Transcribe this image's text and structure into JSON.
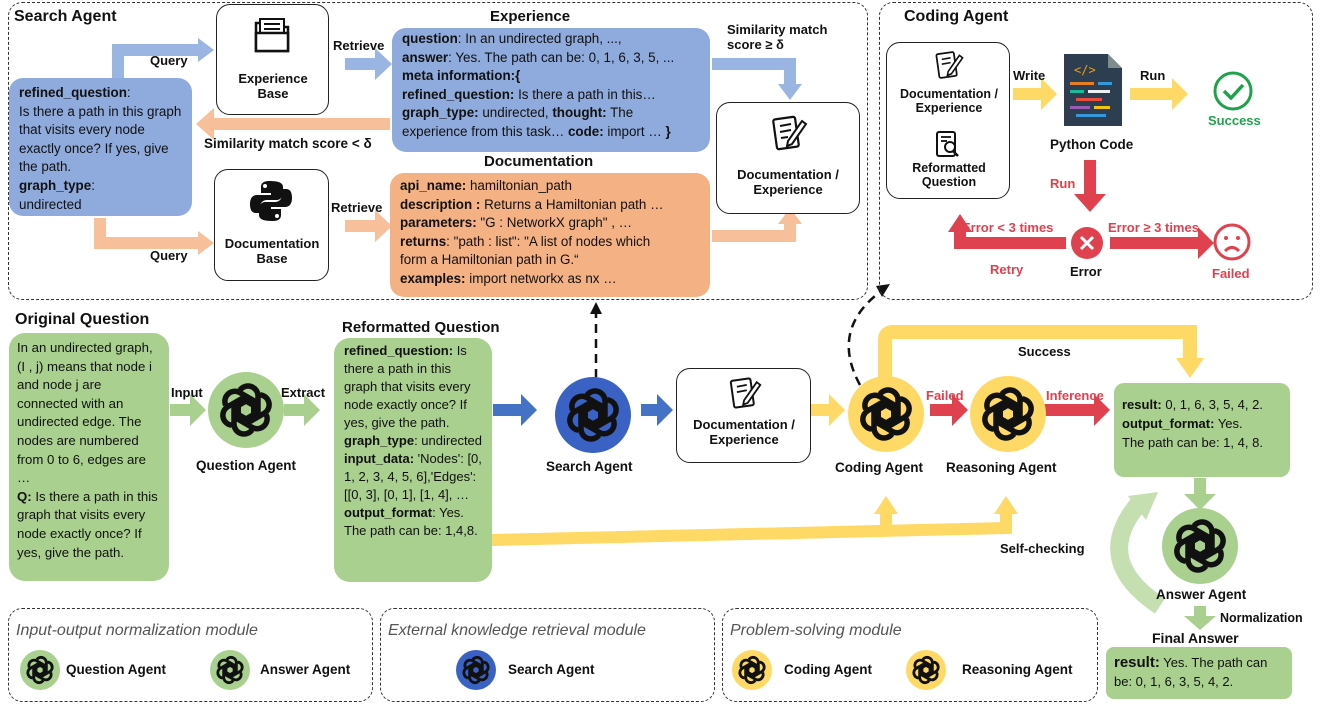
{
  "search": {
    "title": "Search Agent",
    "query1": "Query",
    "query2": "Query",
    "retrieve1": "Retrieve",
    "retrieve2": "Retrieve",
    "similarity_low": "Similarity match score < δ",
    "similarity_high_1": "Similarity match",
    "similarity_high_2": "score ≥ δ",
    "exp_base": "Experience Base",
    "doc_base": "Documentation Base",
    "refined": {
      "key1": "refined_question",
      "v1": ":",
      "l1": "Is there a path in this graph that visits every node exactly once? If yes, give the path.",
      "key2": "graph_type",
      "v2": ":",
      "l2": "undirected"
    },
    "experience": {
      "heading": "Experience",
      "r1k": "question",
      "r1v": ": In an undirected graph, ...,",
      "r2k": "answer",
      "r2v": ": Yes. The path can be: 0, 1, 6, 3, 5, ...",
      "r3k": "meta information:{",
      "r4k": "refined_question:",
      "r4v": " Is there a path in this…",
      "r5k": "graph_type:",
      "r5v": " undirected, ",
      "r5k2": "thought:",
      "r5v2": " The",
      "r6v": "experience from this task… ",
      "r6k": "code:",
      "r6v2": " import … ",
      "r6k2": "}"
    },
    "documentation": {
      "heading": "Documentation",
      "r1k": "api_name:",
      "r1v": " hamiltonian_path",
      "r2k": "description :",
      "r2v": " Returns a Hamiltonian path …",
      "r3k": "parameters:",
      "r3v": " \"G : NetworkX graph\" , …",
      "r4k": "returns",
      "r4v": ": \"path : list\": \"A list of nodes which",
      "r5v": "form a Hamiltonian path in G.“",
      "r6k": "examples:",
      "r6v": " import networkx as nx …"
    },
    "docexp_label": "Documentation / Experience"
  },
  "coding": {
    "title": "Coding Agent",
    "write": "Write",
    "run1": "Run",
    "run2": "Run",
    "docexp_label": "Documentation / Experience",
    "reformatted_label": "Reformatted Question",
    "python_code": "Python Code",
    "success": "Success",
    "error": "Error",
    "failed": "Failed",
    "retry": "Retry",
    "err_lt": "Error < 3 times",
    "err_ge": "Error ≥ 3 times"
  },
  "original": {
    "title": "Original Question",
    "body": "In an undirected graph, (I , j) means that node i and node j are connected with an undirected edge. The nodes are numbered from 0 to 6, edges are …",
    "qk": "Q:",
    "qv": " Is there a path in this graph that visits every node exactly once? If yes, give the path."
  },
  "flow": {
    "input": "Input",
    "extract": "Extract",
    "question_agent": "Question Agent",
    "search_agent": "Search Agent",
    "docexp": "Documentation / Experience",
    "coding_agent": "Coding Agent",
    "reasoning_agent": "Reasoning Agent",
    "failed": "Failed",
    "inference": "Inference",
    "success": "Success",
    "self_checking": "Self-checking",
    "answer_agent": "Answer Agent",
    "normalization": "Normalization",
    "final_answer": "Final Answer"
  },
  "reformatted": {
    "title": "Reformatted Question",
    "k1": "refined_question:",
    "v1": " Is there a path in this graph that visits every node exactly once? If yes, give the path.",
    "k2": "graph_type",
    "v2": ": undirected",
    "k3": "input_data:",
    "v3": " 'Nodes': [0, 1, 2, 3, 4, 5, 6],'Edges': [[0, 3], [0, 1], [1, 4], …",
    "k4": "output_format",
    "v4": ": Yes. The path can be: 1,4,8."
  },
  "result": {
    "k1": "result:",
    "v1": " 0, 1, 6, 3, 5, 4, 2.",
    "k2": "output_format:",
    "v2": " Yes.",
    "v3": "The path can be: 1, 4, 8."
  },
  "final": {
    "k": "result:",
    "v": " Yes. The path can be: 0, 1, 6, 3, 5, 4, 2."
  },
  "legend": {
    "m1": "Input-output normalization module",
    "m2": "External knowledge retrieval module",
    "m3": "Problem-solving module",
    "qa": "Question Agent",
    "aa": "Answer Agent",
    "sa": "Search Agent",
    "ca": "Coding Agent",
    "ra": "Reasoning Agent"
  },
  "colors": {
    "green_box": "#a9d08e",
    "blue_box": "#8faadc",
    "orange_box": "#f4b183",
    "yellow_arrow": "#ffd966",
    "red_arrow": "#e0414e",
    "blue_arrow": "#4472c4",
    "success_green": "#1ea34a"
  }
}
